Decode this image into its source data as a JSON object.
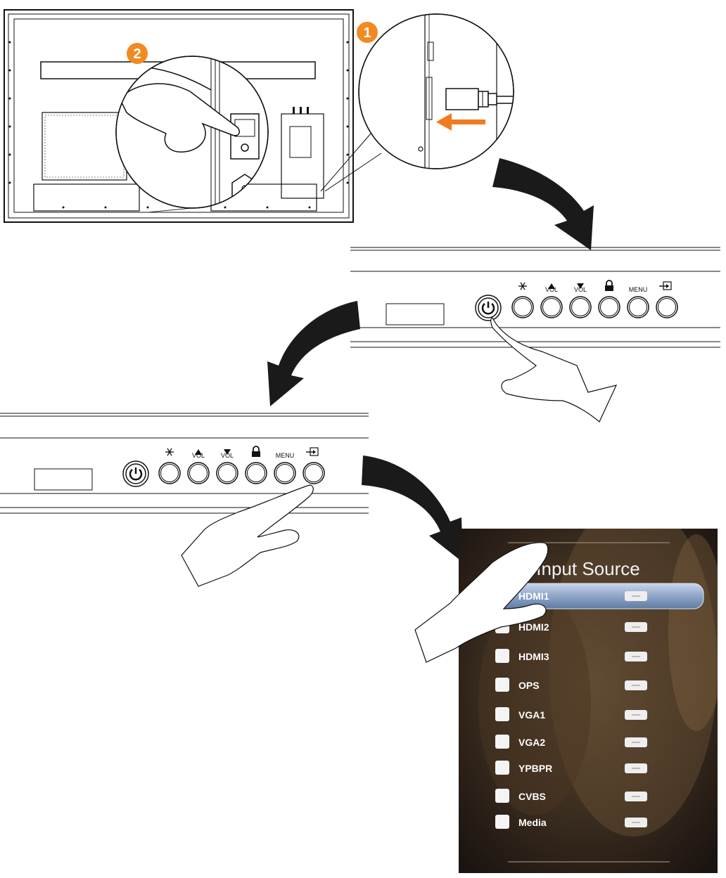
{
  "steps": {
    "step1": "1",
    "step2": "2"
  },
  "panel": {
    "buttons": [
      {
        "icon": "freeze-icon",
        "label": ""
      },
      {
        "icon": "triangle-up-icon",
        "label": "VOL"
      },
      {
        "icon": "triangle-down-icon",
        "label": "VOL"
      },
      {
        "icon": "lock-icon",
        "label": ""
      },
      {
        "icon": "",
        "label": "MENU"
      },
      {
        "icon": "input-source-icon",
        "label": ""
      }
    ]
  },
  "osd": {
    "title": "Input Source",
    "items": [
      "HDMI1",
      "HDMI2",
      "HDMI3",
      "OPS",
      "VGA1",
      "VGA2",
      "YPBPR",
      "CVBS",
      "Media"
    ],
    "selected": "HDMI1"
  },
  "colors": {
    "badge": "#f28a22",
    "arrow_highlight": "#f07b22",
    "curved_arrow": "#1a1a1a",
    "osd_background": "#2e2419",
    "osd_selected": "#8fa6c8"
  }
}
